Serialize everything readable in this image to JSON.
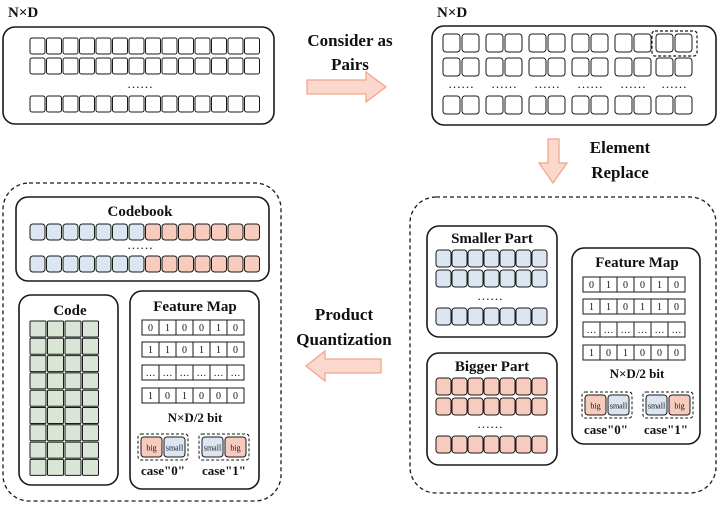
{
  "top_left_label": "N×D",
  "top_right_label": "N×D",
  "ellipsis": "……",
  "step1": {
    "line1": "Consider as",
    "line2": "Pairs"
  },
  "step2": {
    "line1": "Element",
    "line2": "Replace"
  },
  "step3": {
    "line1": "Product",
    "line2": "Quantization"
  },
  "smaller_part": {
    "title": "Smaller Part"
  },
  "bigger_part": {
    "title": "Bigger Part"
  },
  "codebook": {
    "title": "Codebook"
  },
  "code": {
    "title": "Code"
  },
  "feature_map": {
    "title": "Feature Map",
    "rows": [
      [
        "0",
        "1",
        "0",
        "0",
        "1",
        "0"
      ],
      [
        "1",
        "1",
        "0",
        "1",
        "1",
        "0"
      ],
      [
        "…",
        "…",
        "…",
        "…",
        "…",
        "…"
      ],
      [
        "1",
        "0",
        "1",
        "0",
        "0",
        "0"
      ]
    ],
    "caption": "N×D/2 bit",
    "case0_label": "case\"0\"",
    "case1_label": "case\"1\"",
    "big": "big",
    "small": "small"
  },
  "colors": {
    "blue_cell": "#dce6f2",
    "pink_cell": "#f8cbbf",
    "green_cell": "#d9e6d6",
    "arrow_fill": "#fbd8cc",
    "arrow_stroke": "#f4a58f",
    "stroke": "#1a1a1a"
  }
}
